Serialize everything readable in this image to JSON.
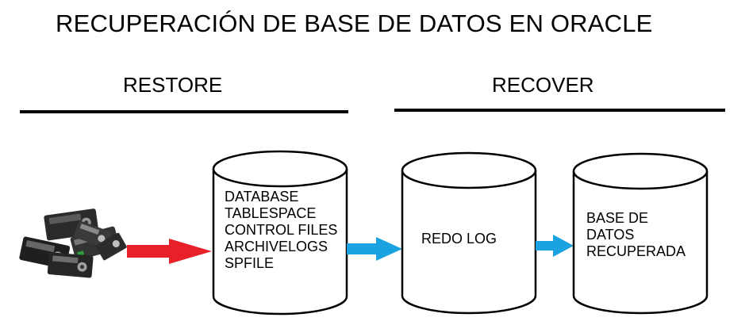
{
  "title": "RECUPERACIÓN DE BASE DE DATOS EN ORACLE",
  "sections": {
    "restore": "RESTORE",
    "recover": "RECOVER"
  },
  "cylinders": {
    "restore_items": [
      "DATABASE",
      "TABLESPACE",
      "CONTROL FILES",
      "ARCHIVELOGS",
      "SPFILE"
    ],
    "redo_log": "REDO LOG",
    "recovered_lines": [
      "BASE DE",
      "DATOS",
      "RECUPERADA"
    ]
  },
  "colors": {
    "restore_arrow": "#e8202a",
    "recover_arrow": "#1aa3e0",
    "rule": "#000000"
  },
  "icons": {
    "backup_source": "tape-cartridges-icon"
  }
}
